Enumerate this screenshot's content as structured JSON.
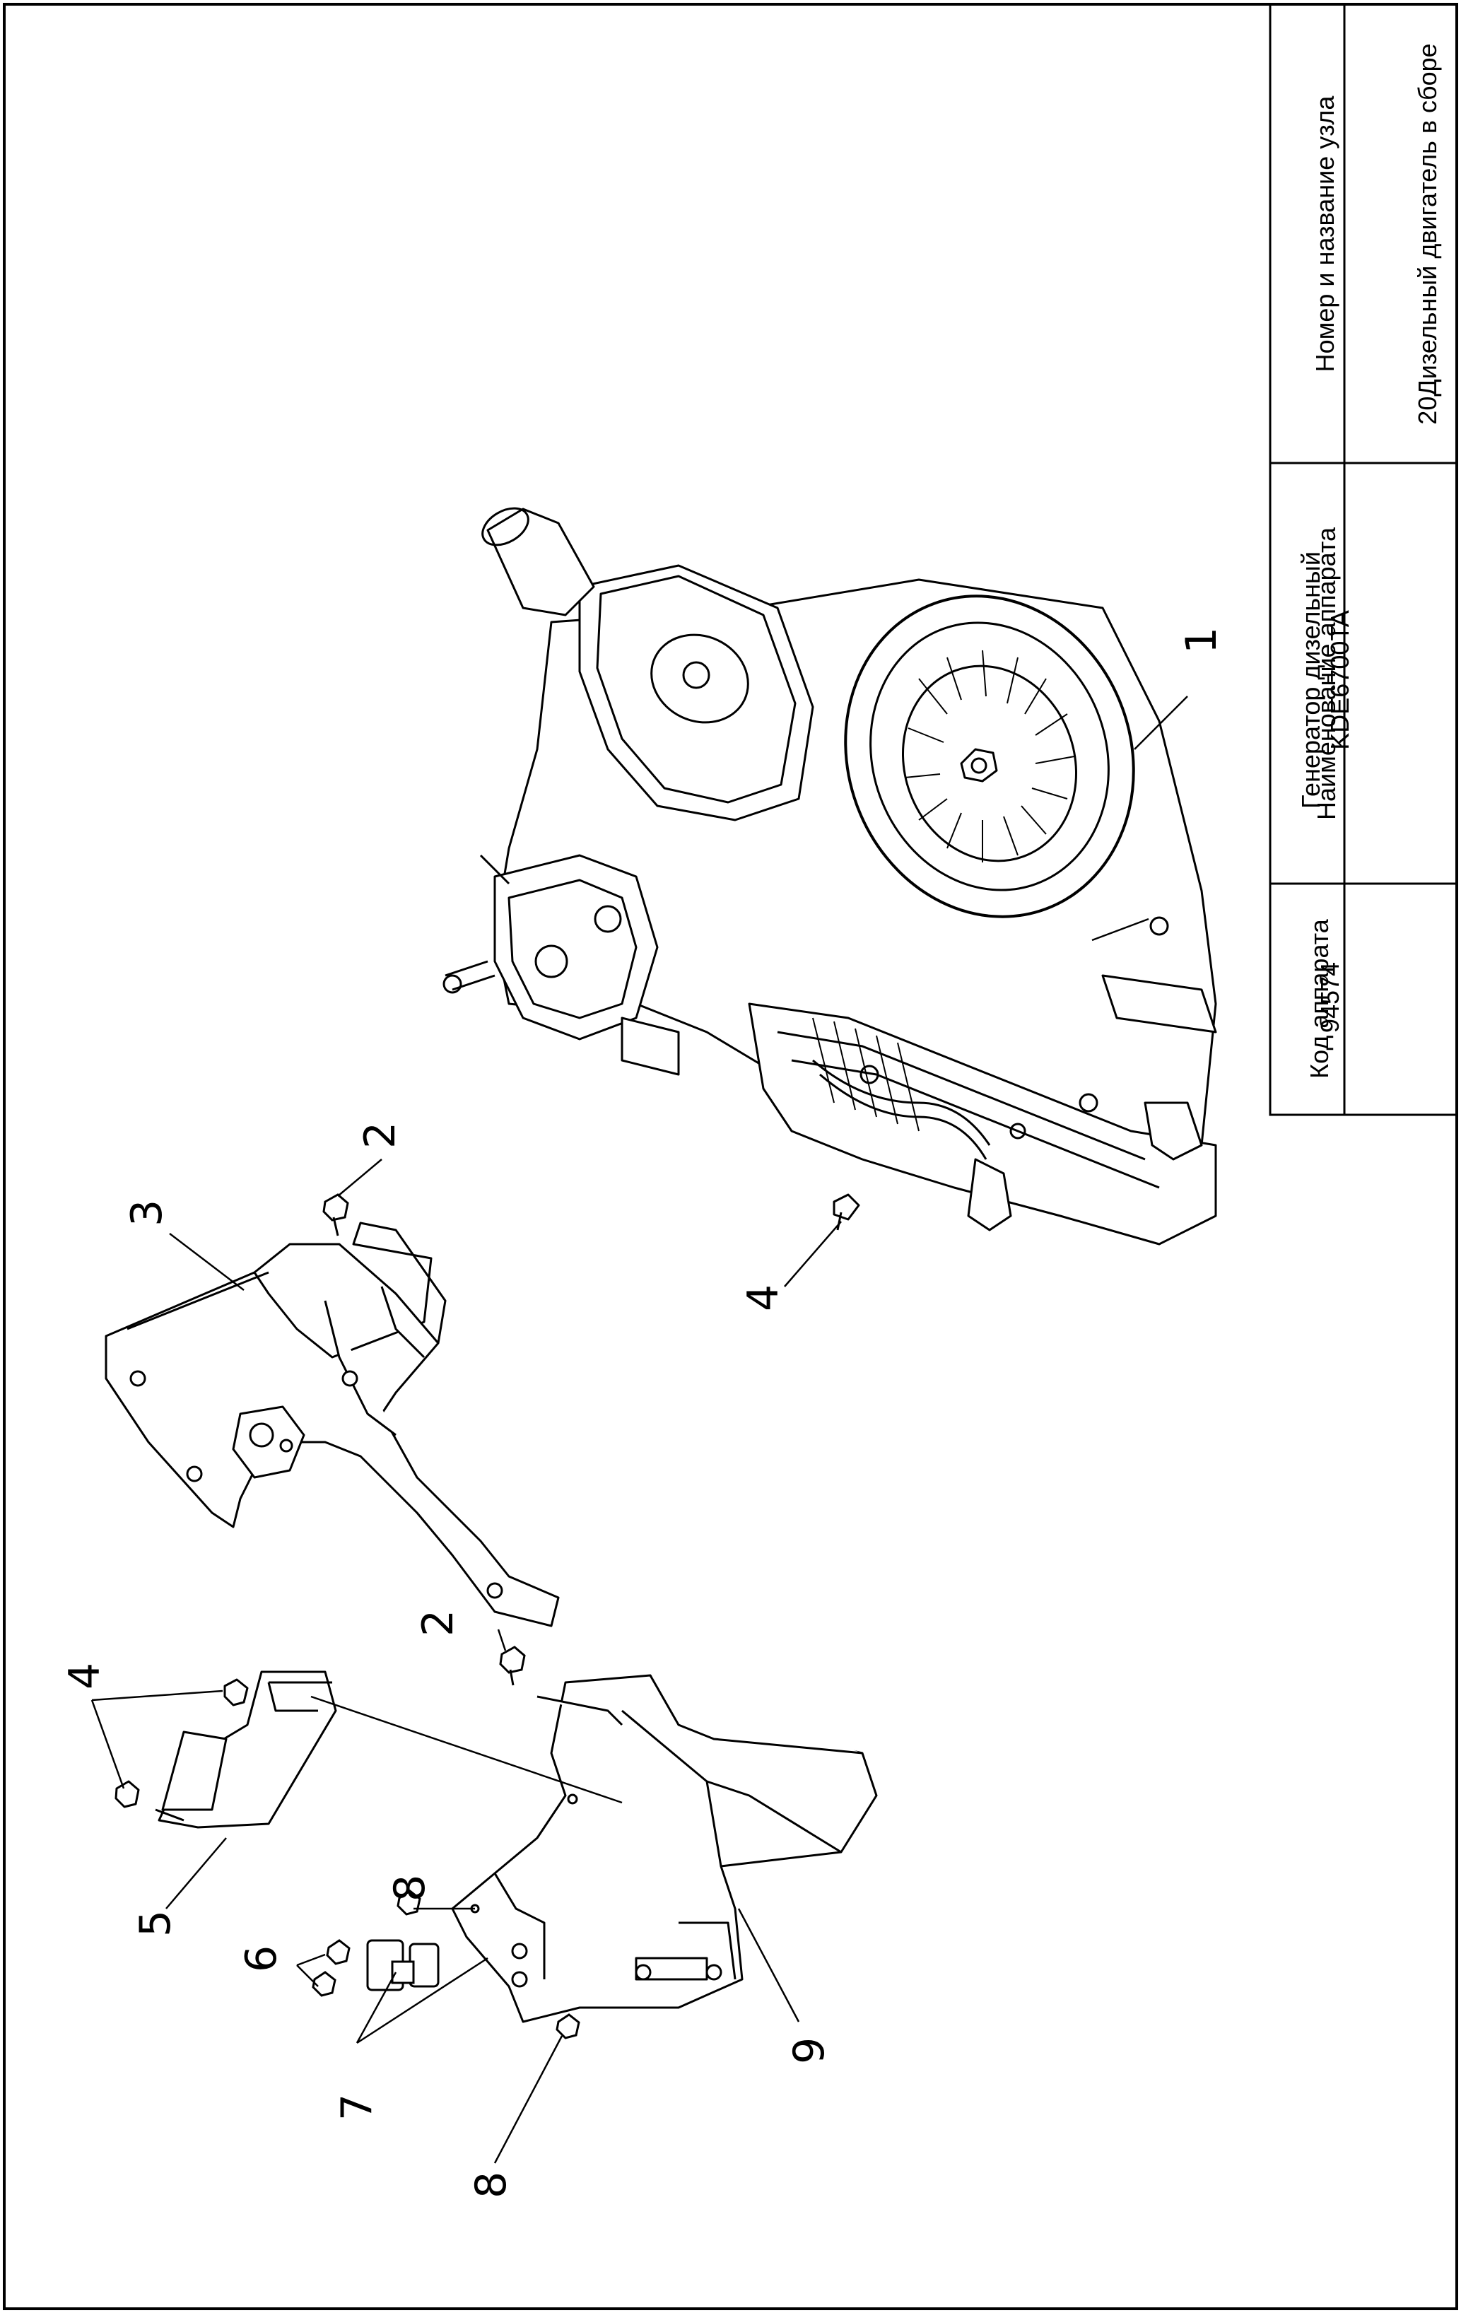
{
  "title_block": {
    "headers": {
      "code": "Код аппарата",
      "device_name": "Наименование аппарата",
      "unit": "Номер и название узла"
    },
    "values": {
      "code": "94574",
      "device_name_line1": "Генератор дизельный",
      "device_name_line2": "KDE6700TA",
      "unit_number": "20",
      "unit_name": "Дизельный двигатель в сборе"
    }
  },
  "callouts": {
    "c1": "1",
    "c2a": "2",
    "c2b": "2",
    "c3": "3",
    "c4a": "4",
    "c4b": "4",
    "c5": "5",
    "c6": "6",
    "c7": "7",
    "c8a": "8",
    "c8b": "8",
    "c9": "9"
  }
}
